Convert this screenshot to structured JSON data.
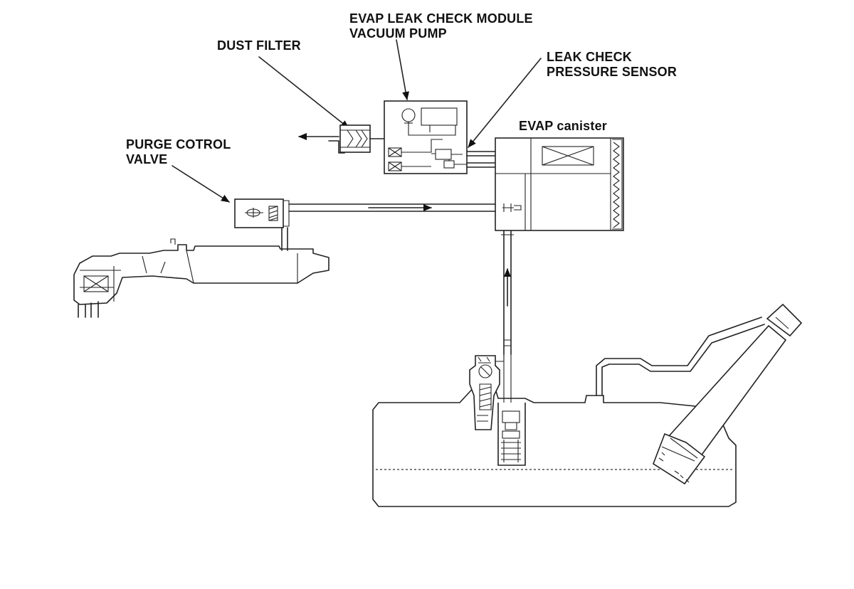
{
  "labels": {
    "leak_module": [
      "EVAP LEAK CHECK MODULE",
      "VACUUM PUMP"
    ],
    "dust_filter": "DUST FILTER",
    "pressure_sensor": [
      "LEAK CHECK",
      "PRESSURE SENSOR"
    ],
    "canister": "EVAP canister",
    "purge_valve": [
      "PURGE COTROL",
      "VALVE"
    ]
  },
  "colors": {
    "line": "#222222",
    "text": "#111111",
    "background": "#ffffff"
  }
}
